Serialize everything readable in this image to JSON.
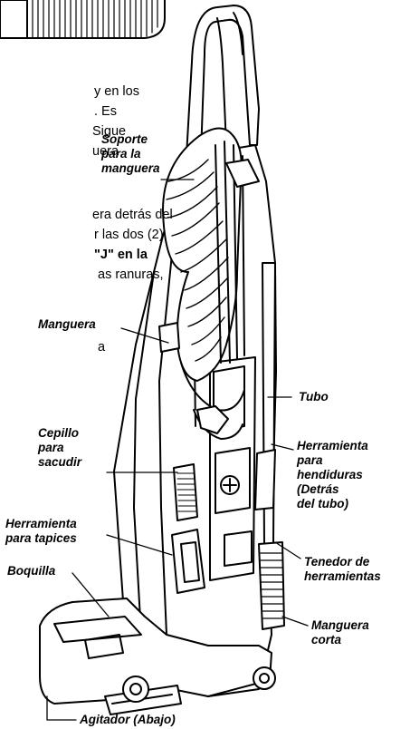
{
  "text_fragments": [
    "y en los",
    ". Es",
    "Sigue",
    "uera",
    "era detrás del",
    "r las dos (2)",
    "\"J\" en la",
    "as ranuras,",
    "a"
  ],
  "labels": {
    "soporte": "Soporte\npara la\nmanguera",
    "manguera": "Manguera",
    "cepillo": "Cepillo\npara\nsacudir",
    "tapices": "Herramienta\npara tapices",
    "boquilla": "Boquilla",
    "agitador": "Agitador (Abajo)",
    "tubo": "Tubo",
    "hendiduras": "Herramienta\npara\nhendiduras\n(Detrás\ndel tubo)",
    "tenedor": "Tenedor de\nherramientas",
    "manguera_corta": "Manguera\ncorta"
  }
}
